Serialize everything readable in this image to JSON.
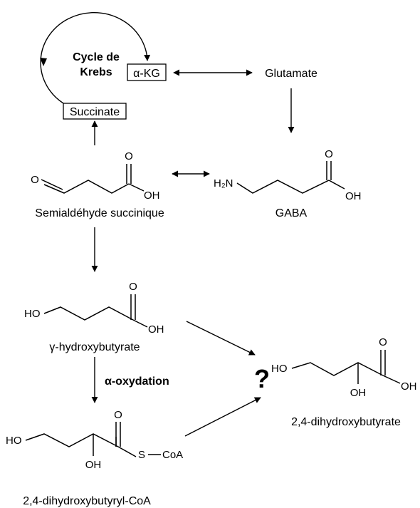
{
  "krebs": {
    "title_line1": "Cycle de",
    "title_line2": "Krebs",
    "akg": "α-KG",
    "succinate": "Succinate"
  },
  "glutamate": "Glutamate",
  "gaba": {
    "name": "GABA",
    "amine": "H₂N",
    "o": "O",
    "oh": "OH"
  },
  "ssa": {
    "name": "Semialdéhyde  succinique",
    "o_ald": "O",
    "o": "O",
    "oh": "OH"
  },
  "ghb": {
    "name": "γ-hydroxybutyrate",
    "ho": "HO",
    "o": "O",
    "oh": "OH"
  },
  "step": {
    "alpha_oxidation": "α-oxydation",
    "unknown": "?"
  },
  "coa": {
    "name": "2,4-dihydroxybutyryl-CoA",
    "ho": "HO",
    "oh": "OH",
    "o": "O",
    "s": "S",
    "coa": "CoA"
  },
  "dhb": {
    "name": "2,4-dihydroxybutyrate",
    "ho": "HO",
    "oh2": "OH",
    "o": "O",
    "oh": "OH"
  }
}
